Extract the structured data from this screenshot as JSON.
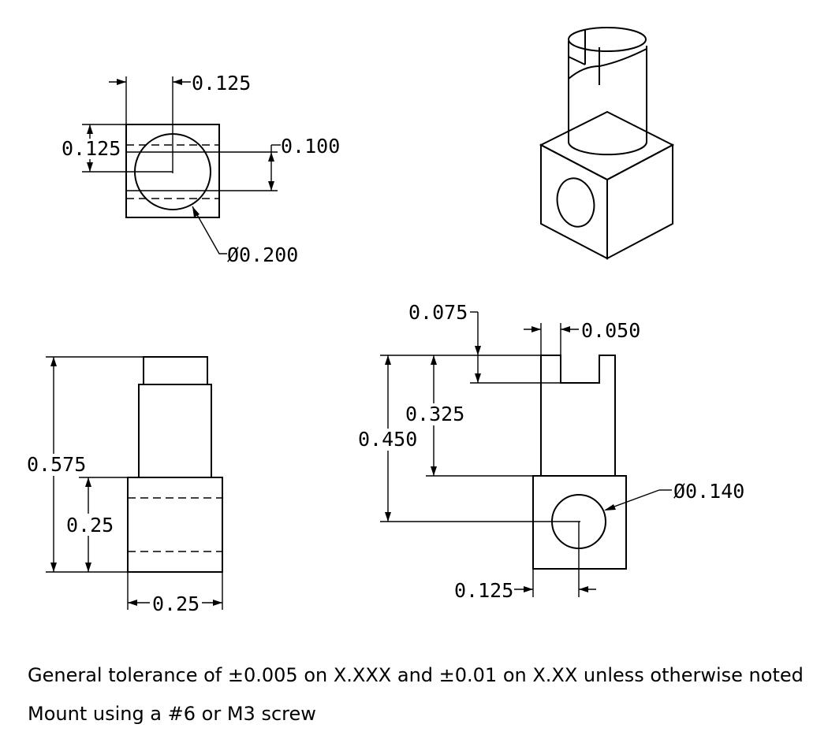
{
  "top_view": {
    "dim_center_x": "0.125",
    "dim_center_y": "0.125",
    "dim_slot": "0.100",
    "dim_hole": "Ø0.200"
  },
  "front_view": {
    "dim_total_height": "0.575",
    "dim_block_height": "0.25",
    "dim_block_width": "0.25"
  },
  "side_view": {
    "dim_slot_depth": "0.075",
    "dim_slot_width": "0.050",
    "dim_shaft_height": "0.325",
    "dim_hole_height": "0.450",
    "dim_hole_diameter": "Ø0.140",
    "dim_hole_offset": "0.125"
  },
  "notes": [
    "General tolerance of ±0.005 on X.XXX and ±0.01 on X.XX unless otherwise noted",
    "Mount using a #6 or M3 screw"
  ]
}
